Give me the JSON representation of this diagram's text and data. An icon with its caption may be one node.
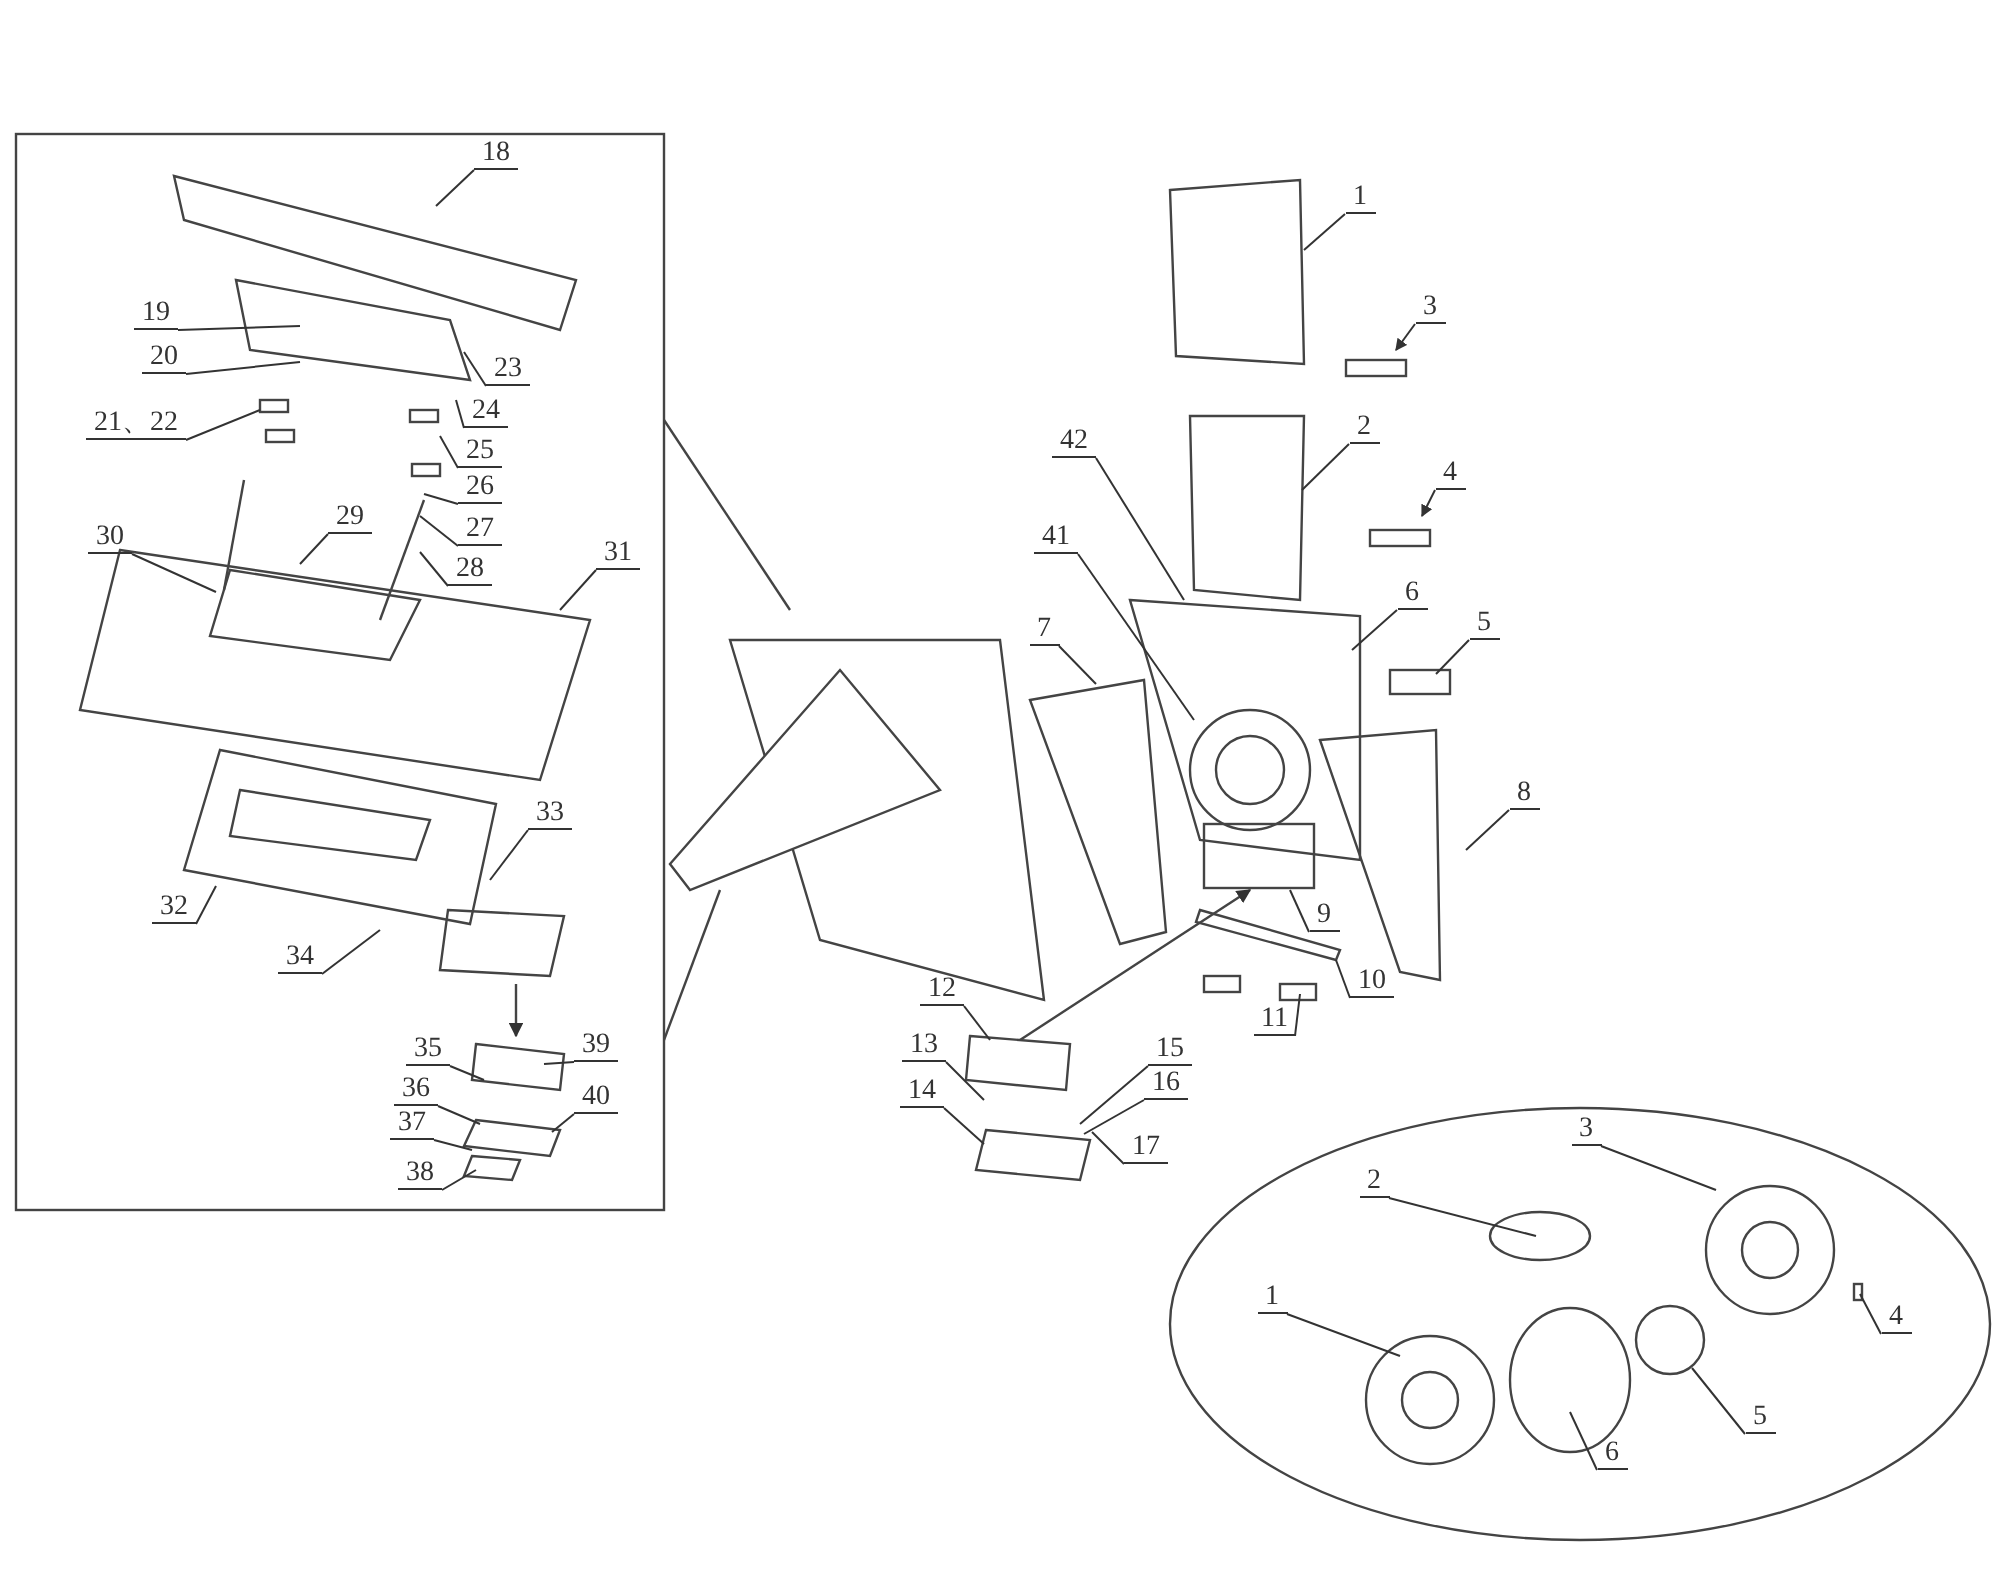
{
  "diagram": {
    "nodes": [
      {
        "text": [
          "18"
        ]
      },
      {
        "text": [
          "19"
        ]
      },
      {
        "text": [
          "20"
        ]
      },
      {
        "text": [
          "21、22"
        ]
      },
      {
        "text": [
          "23"
        ]
      },
      {
        "text": [
          "24"
        ]
      },
      {
        "text": [
          "25"
        ]
      },
      {
        "text": [
          "26"
        ]
      },
      {
        "text": [
          "27"
        ]
      },
      {
        "text": [
          "28"
        ]
      },
      {
        "text": [
          "29"
        ]
      },
      {
        "text": [
          "30"
        ]
      },
      {
        "text": [
          "31"
        ]
      },
      {
        "text": [
          "32"
        ]
      },
      {
        "text": [
          "33"
        ]
      },
      {
        "text": [
          "34"
        ]
      },
      {
        "text": [
          "35"
        ]
      },
      {
        "text": [
          "36"
        ]
      },
      {
        "text": [
          "37"
        ]
      },
      {
        "text": [
          "38"
        ]
      },
      {
        "text": [
          "39"
        ]
      },
      {
        "text": [
          "40"
        ]
      },
      {
        "text": [
          "1"
        ]
      },
      {
        "text": [
          "2"
        ]
      },
      {
        "text": [
          "3"
        ]
      },
      {
        "text": [
          "4"
        ]
      },
      {
        "text": [
          "5"
        ]
      },
      {
        "text": [
          "6"
        ]
      },
      {
        "text": [
          "7"
        ]
      },
      {
        "text": [
          "8"
        ]
      },
      {
        "text": [
          "9"
        ]
      },
      {
        "text": [
          "10"
        ]
      },
      {
        "text": [
          "11"
        ]
      },
      {
        "text": [
          "12"
        ]
      },
      {
        "text": [
          "13"
        ]
      },
      {
        "text": [
          "14"
        ]
      },
      {
        "text": [
          "15"
        ]
      },
      {
        "text": [
          "16"
        ]
      },
      {
        "text": [
          "17"
        ]
      },
      {
        "text": [
          "41"
        ]
      },
      {
        "text": [
          "42"
        ]
      },
      {
        "text": [
          "1"
        ]
      },
      {
        "text": [
          "2"
        ]
      },
      {
        "text": [
          "3"
        ]
      },
      {
        "text": [
          "4"
        ]
      },
      {
        "text": [
          "5"
        ]
      },
      {
        "text": [
          "6"
        ]
      }
    ],
    "edges": [
      {
        "from": 0,
        "to": null,
        "arrow": "none"
      },
      {
        "from": 1,
        "to": null,
        "arrow": "none"
      },
      {
        "from": 2,
        "to": null,
        "arrow": "none"
      },
      {
        "from": 3,
        "to": null,
        "arrow": "none"
      },
      {
        "from": 4,
        "to": null,
        "arrow": "none"
      },
      {
        "from": 5,
        "to": null,
        "arrow": "none"
      },
      {
        "from": 6,
        "to": null,
        "arrow": "none"
      },
      {
        "from": 7,
        "to": null,
        "arrow": "none"
      },
      {
        "from": 8,
        "to": null,
        "arrow": "none"
      },
      {
        "from": 9,
        "to": null,
        "arrow": "none"
      },
      {
        "from": 10,
        "to": null,
        "arrow": "none"
      },
      {
        "from": 11,
        "to": null,
        "arrow": "none"
      },
      {
        "from": 12,
        "to": null,
        "arrow": "none"
      },
      {
        "from": 13,
        "to": null,
        "arrow": "none"
      },
      {
        "from": 14,
        "to": null,
        "arrow": "none"
      },
      {
        "from": 15,
        "to": null,
        "arrow": "none"
      },
      {
        "from": 16,
        "to": null,
        "arrow": "none"
      },
      {
        "from": 17,
        "to": null,
        "arrow": "none"
      },
      {
        "from": 18,
        "to": null,
        "arrow": "none"
      },
      {
        "from": 19,
        "to": null,
        "arrow": "none"
      },
      {
        "from": 20,
        "to": null,
        "arrow": "none"
      },
      {
        "from": 21,
        "to": null,
        "arrow": "none"
      },
      {
        "from": 22,
        "to": null,
        "arrow": "none"
      },
      {
        "from": 23,
        "to": null,
        "arrow": "none"
      },
      {
        "from": 24,
        "to": null,
        "arrow": "to"
      },
      {
        "from": 25,
        "to": null,
        "arrow": "to"
      },
      {
        "from": 26,
        "to": null,
        "arrow": "none"
      },
      {
        "from": 27,
        "to": null,
        "arrow": "none"
      },
      {
        "from": 28,
        "to": null,
        "arrow": "none"
      },
      {
        "from": 29,
        "to": null,
        "arrow": "none"
      },
      {
        "from": 30,
        "to": null,
        "arrow": "none"
      },
      {
        "from": 31,
        "to": null,
        "arrow": "none"
      },
      {
        "from": 32,
        "to": null,
        "arrow": "none"
      },
      {
        "from": 33,
        "to": null,
        "arrow": "none"
      },
      {
        "from": 34,
        "to": null,
        "arrow": "none"
      },
      {
        "from": 35,
        "to": null,
        "arrow": "none"
      },
      {
        "from": 36,
        "to": null,
        "arrow": "none"
      },
      {
        "from": 37,
        "to": null,
        "arrow": "none"
      },
      {
        "from": 38,
        "to": null,
        "arrow": "none"
      },
      {
        "from": 39,
        "to": null,
        "arrow": "none"
      },
      {
        "from": 40,
        "to": null,
        "arrow": "none"
      },
      {
        "from": 41,
        "to": null,
        "arrow": "none"
      },
      {
        "from": 42,
        "to": null,
        "arrow": "none"
      },
      {
        "from": 43,
        "to": null,
        "arrow": "none"
      },
      {
        "from": 44,
        "to": null,
        "arrow": "none"
      },
      {
        "from": 45,
        "to": null,
        "arrow": "none"
      },
      {
        "from": 46,
        "to": null,
        "arrow": "none"
      }
    ]
  }
}
